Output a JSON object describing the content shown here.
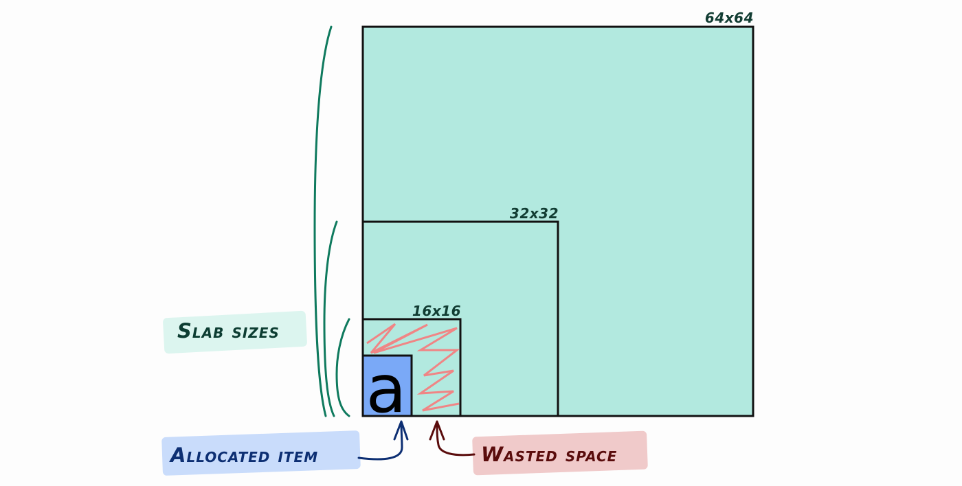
{
  "slabs": [
    {
      "label": "64x64",
      "units": 64
    },
    {
      "label": "32x32",
      "units": 32
    },
    {
      "label": "16x16",
      "units": 16
    }
  ],
  "item": {
    "glyph": "a",
    "units": 8
  },
  "callouts": {
    "slab_sizes": "Slab sizes",
    "allocated_item": "Allocated item",
    "wasted_space": "Wasted space"
  },
  "colors": {
    "slab_fill": "#b2e9df",
    "outline": "#111111",
    "brace": "#0f7a5e",
    "size_label": "#123d33",
    "item_fill": "#7aa9f7",
    "zigzag": "#f08585",
    "slab_sizes_bg": "#dcf5ef",
    "slab_sizes_text": "#0d3d32",
    "allocated_bg": "#c9dcfb",
    "allocated_text": "#0d2f73",
    "wasted_bg": "#f0caca",
    "wasted_text": "#5a0c0c"
  }
}
